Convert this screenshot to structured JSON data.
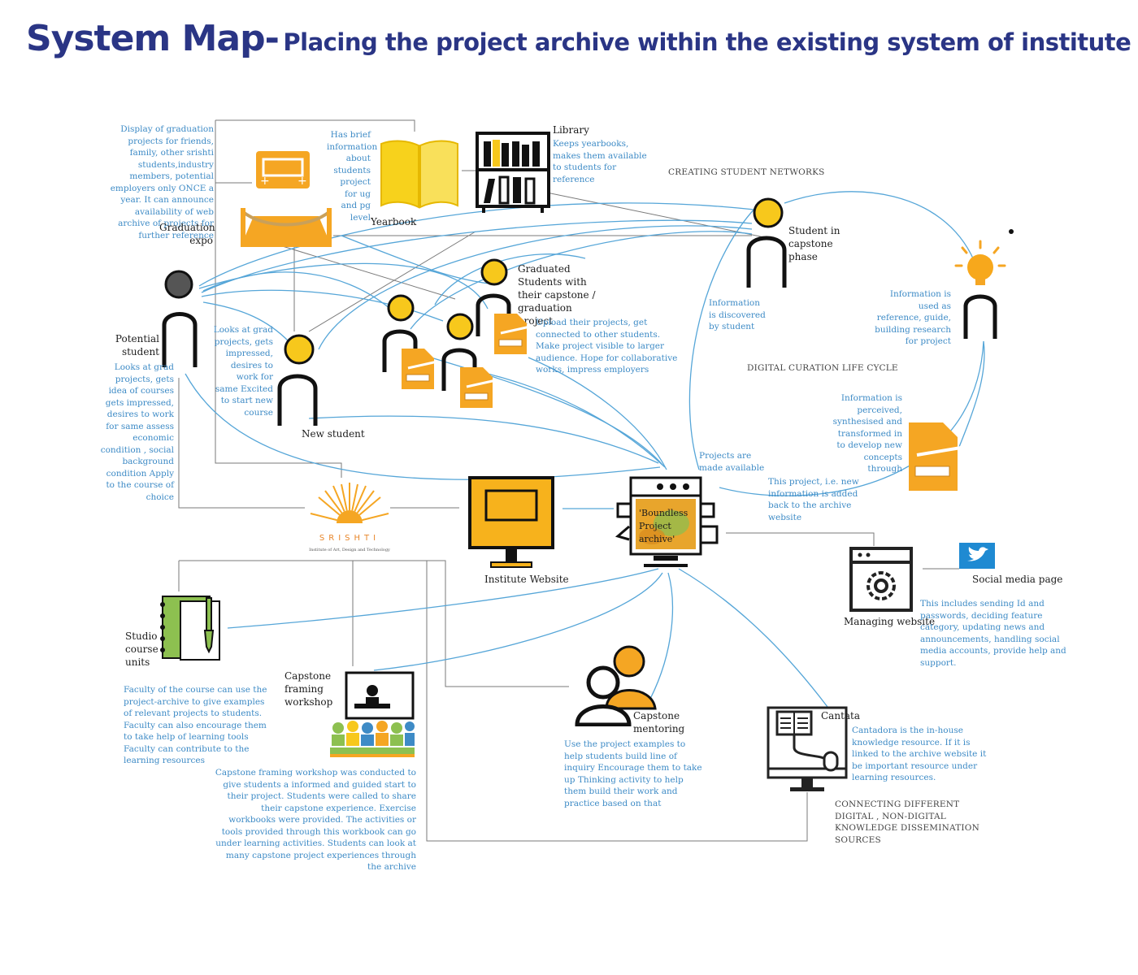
{
  "title": {
    "main": "System Map-",
    "sub": "Placing the project archive within the existing system of institute"
  },
  "nodes": {
    "graduation_expo": {
      "label": "Graduation expo",
      "desc": "Display of graduation projects for friends, family, other srishti students,industry members, potential employers only ONCE a year. It can announce availability of web archive of projects for further reference"
    },
    "yearbook": {
      "label": "Yearbook",
      "desc": "Has brief information about students project for ug and pg level"
    },
    "library": {
      "label": "Library",
      "desc": "Keeps yearbooks, makes them available to students for reference"
    },
    "student_capstone": {
      "label": "Student in capstone phase",
      "desc": "Information is discovered by student"
    },
    "graduated_students": {
      "label": "Graduated Students with their capstone / graduation project",
      "desc": "Upload their projects, get connected to other students. Make project visible to larger audience. Hope for collaborative works, impress employers"
    },
    "potential_student": {
      "label": "Potential student",
      "desc": "Looks at grad projects, gets idea of courses gets impressed, desires to work for same assess economic condition , social background condition Apply to the course of choice"
    },
    "new_student": {
      "label": "New student",
      "desc": "Looks at grad projects, gets impressed, desires to work for same Excited to start new course"
    },
    "srishti": {
      "name": "SRISHTI",
      "tagline": "Institute of Art, Design and Technology"
    },
    "institute_website": {
      "label": "Institute Website"
    },
    "archive": {
      "label": "'Boundless Project archive'"
    },
    "managing_website": {
      "label": "Managing website",
      "desc": "This includes sending Id and passwords, deciding feature category, updating news and announcements, handling social media accounts, provide help and support."
    },
    "social_media": {
      "label": "Social media page"
    },
    "studio_units": {
      "label": "Studio course units",
      "desc": "Faculty of the course can use the project-archive to give examples of relevant projects to students. Faculty can also encourage them to take help of learning tools Faculty can contribute to the learning resources"
    },
    "capstone_workshop": {
      "label": "Capstone framing workshop",
      "desc": "Capstone framing workshop was conducted to give students a informed and guided start to their project. Students were called to share their capstone experience. Exercise workbooks were provided. The activities or tools provided through this workbook can go under learning activities. Students can look at many capstone project experiences through the archive"
    },
    "capstone_mentoring": {
      "label": "Capstone mentoring",
      "desc": "Use the project examples to help students build line of inquiry Encourage them to take up Thinking activity to help them build their work and practice based on that"
    },
    "cantata": {
      "label": "Cantata",
      "desc": "Cantadora is the in-house knowledge resource. If it is linked to the archive website it be important resource under learning resources."
    }
  },
  "cycle": {
    "used_as_reference": "Information is used as reference, guide, building research for project",
    "perceived": "Information is perceived, synthesised and transformed in to develop new concepts through",
    "added_back": "This project, i.e. new information is added back to the archive website",
    "made_available": "Projects are made available"
  },
  "captions": {
    "networks": "CREATING STUDENT NETWORKS",
    "curation": "DIGITAL CURATION LIFE CYCLE",
    "connecting": "CONNECTING DIFFERENT DIGITAL , NON-DIGITAL KNOWLEDGE DISSEMINATION SOURCES"
  },
  "colors": {
    "title": "#2a3585",
    "accent_blue": "#3e8bc6",
    "accent_orange": "#f5a623",
    "yellow": "#f7c81c",
    "green": "#8dc050",
    "gray_line": "#7a7a7a"
  }
}
